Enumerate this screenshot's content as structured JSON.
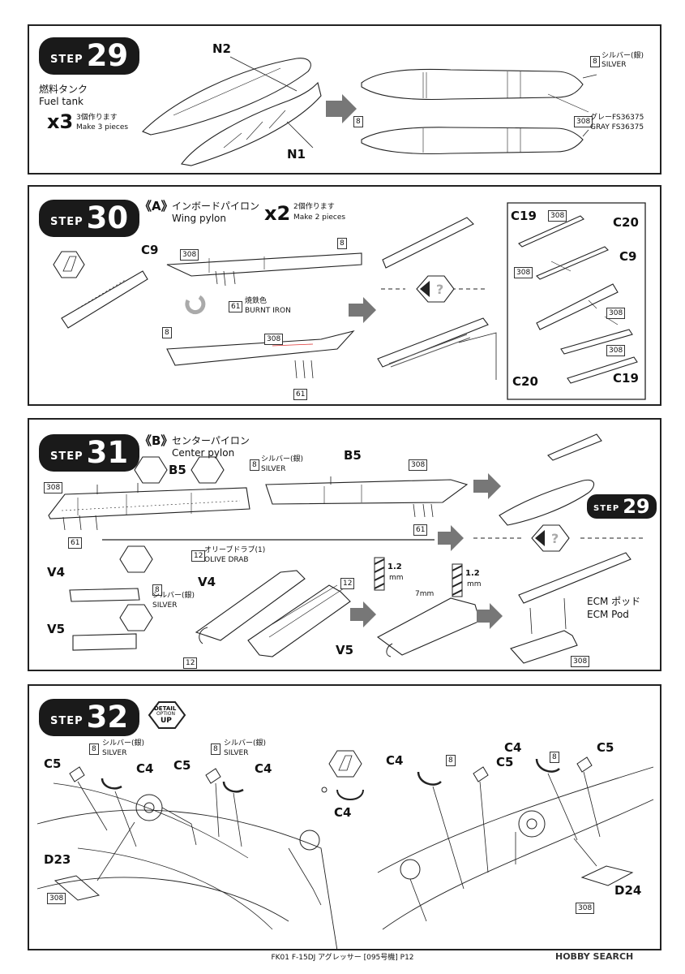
{
  "step29": {
    "step_word": "STEP",
    "step_no": "29",
    "part_jp": "燃料タンク",
    "part_en": "Fuel tank",
    "qty": "x3",
    "qty_jp": "3個作ります",
    "qty_en": "Make 3 pieces",
    "part_n2": "N2",
    "part_n1": "N1",
    "color8": "8",
    "silver_jp": "シルバー(銀)",
    "silver_en": "SILVER",
    "color308": "308",
    "gray_jp": "グレーFS36375",
    "gray_en": "GRAY FS36375"
  },
  "step30": {
    "step_word": "STEP",
    "step_no": "30",
    "variant": "《A》",
    "part_jp": "インボードパイロン",
    "part_en": "Wing pylon",
    "qty": "x2",
    "qty_jp": "2個作ります",
    "qty_en": "Make 2 pieces",
    "c9": "C9",
    "c19": "C19",
    "c20": "C20",
    "color8": "8",
    "color308": "308",
    "color61": "61",
    "burnt_jp": "焼鉄色",
    "burnt_en": "BURNT IRON"
  },
  "step31": {
    "step_word": "STEP",
    "step_no": "31",
    "variant": "《B》",
    "part_jp": "センターパイロン",
    "part_en": "Center pylon",
    "b5": "B5",
    "v4": "V4",
    "v5": "V5",
    "color8": "8",
    "color12": "12",
    "color308": "308",
    "color61": "61",
    "silver_jp": "シルバー(銀)",
    "silver_en": "SILVER",
    "olive_jp": "オリーブドラブ(1)",
    "olive_en": "OLIVE DRAB",
    "drill1": "1.2",
    "drill2": "1.2",
    "mm": "mm",
    "mm7": "7mm",
    "ecm_jp": "ECM ポッド",
    "ecm_en": "ECM Pod",
    "ref_step_word": "STEP",
    "ref_step_no": "29"
  },
  "step32": {
    "step_word": "STEP",
    "step_no": "32",
    "detail1": "DETAIL",
    "detail2": "OPTION",
    "detail3": "UP",
    "c4": "C4",
    "c5": "C5",
    "d23": "D23",
    "d24": "D24",
    "color8": "8",
    "color308": "308",
    "silver_jp": "シルバー(銀)",
    "silver_en": "SILVER"
  },
  "footer": "FK01 F-15DJ アグレッサー [095号機] P12",
  "watermark": "HOBBY SEARCH"
}
